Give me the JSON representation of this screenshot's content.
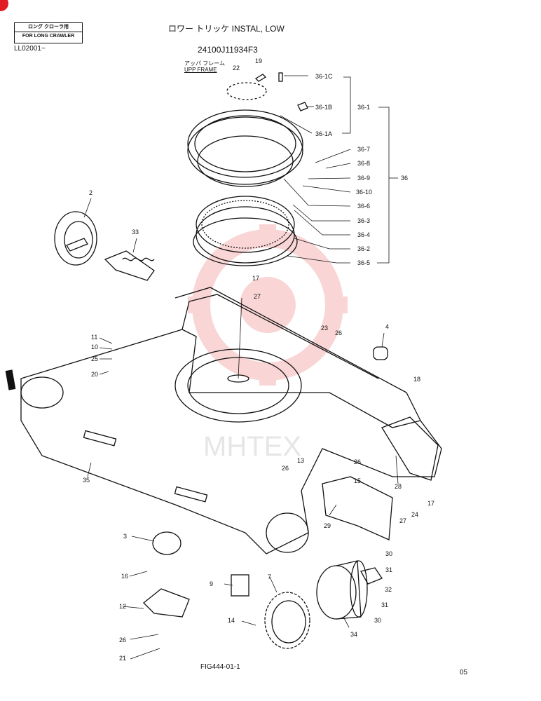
{
  "header": {
    "box_line1": "ロング クローラ用",
    "box_line2": "FOR LONG CRAWLER",
    "serial": "LL02001~",
    "title": "ロワー トリッケ INSTAL, LOW",
    "part_number": "24100J11934F3",
    "upper_frame_jp": "アッパ フレーム",
    "upper_frame_en": "UPP FRAME"
  },
  "callouts": {
    "c22": "22",
    "c19": "19",
    "c36_1c": "36-1C",
    "c36_1b": "36-1B",
    "c36_1": "36-1",
    "c36_1a": "36-1A",
    "c36_7": "36-7",
    "c36_8": "36-8",
    "c36_9": "36-9",
    "c36": "36",
    "c36_10": "36-10",
    "c36_6": "36-6",
    "c36_3": "36-3",
    "c36_4": "36-4",
    "c36_2": "36-2",
    "c36_5": "36-5",
    "c2": "2",
    "c33": "33",
    "c17a": "17",
    "c27a": "27",
    "c23": "23",
    "c26a": "26",
    "c4": "4",
    "c11": "11",
    "c10": "10",
    "c25": "25",
    "c20": "20",
    "c18": "18",
    "c35": "35",
    "c13": "13",
    "c26b": "26",
    "c26c": "26",
    "c15": "15",
    "c28": "28",
    "c17b": "17",
    "c27b": "27",
    "c24": "24",
    "c29": "29",
    "c3": "3",
    "c16": "16",
    "c30a": "30",
    "c31a": "31",
    "c9": "9",
    "c7": "7",
    "c32": "32",
    "c31b": "31",
    "c30b": "30",
    "c12": "12",
    "c14": "14",
    "c34": "34",
    "c26d": "26",
    "c21": "21"
  },
  "footer": {
    "fig": "FIG444-01-1",
    "page": "05"
  },
  "watermark": {
    "text": "MHTEX",
    "color": "#f08a8a"
  },
  "colors": {
    "line": "#111111",
    "marker": "#e01c24"
  }
}
